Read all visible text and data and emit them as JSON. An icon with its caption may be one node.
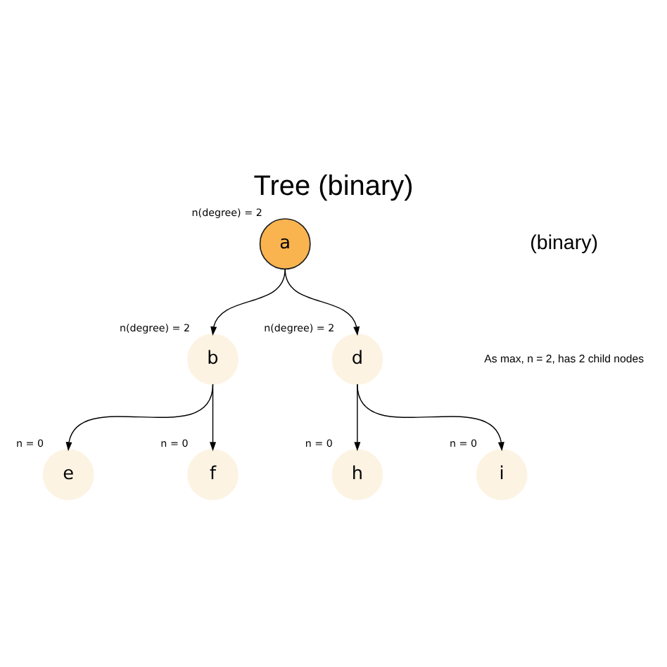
{
  "diagram": {
    "title": "Tree (binary)",
    "nodes": [
      {
        "text": [
          "a"
        ],
        "beside": [
          "n(degree) = 2"
        ]
      },
      {
        "text": [
          "b"
        ],
        "beside": [
          "n(degree) = 2"
        ]
      },
      {
        "text": [
          "d"
        ],
        "beside": [
          "n(degree) = 2"
        ]
      },
      {
        "text": [
          "e"
        ],
        "beside": [
          "n = 0"
        ]
      },
      {
        "text": [
          "f"
        ],
        "beside": [
          "n = 0"
        ]
      },
      {
        "text": [
          "h"
        ],
        "beside": [
          "n = 0"
        ]
      },
      {
        "text": [
          "i"
        ],
        "beside": [
          "n = 0"
        ]
      }
    ],
    "edges": [
      {
        "from": 0,
        "to": 1,
        "arrow": "to"
      },
      {
        "from": 0,
        "to": 2,
        "arrow": "to"
      },
      {
        "from": 1,
        "to": 3,
        "arrow": "to"
      },
      {
        "from": 1,
        "to": 4,
        "arrow": "to"
      },
      {
        "from": 2,
        "to": 5,
        "arrow": "to"
      },
      {
        "from": 2,
        "to": 6,
        "arrow": "to"
      }
    ],
    "labels": [
      "(binary)",
      "As max, n = 2, has 2 child nodes"
    ]
  }
}
